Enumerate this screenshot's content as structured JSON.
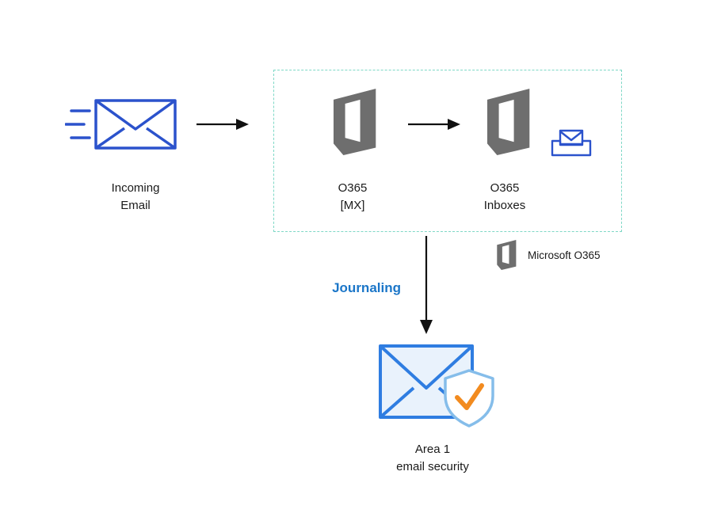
{
  "nodes": {
    "incoming_email": {
      "line1": "Incoming",
      "line2": "Email"
    },
    "o365_mx": {
      "line1": "O365",
      "line2": "[MX]"
    },
    "o365_inboxes": {
      "line1": "O365",
      "line2": "Inboxes"
    },
    "area1": {
      "line1": "Area 1",
      "line2": "email security"
    }
  },
  "labels": {
    "journaling": "Journaling",
    "legend": "Microsoft O365"
  },
  "colors": {
    "envelope_blue": "#2b52cc",
    "office_gray": "#6e6e6e",
    "dashed_border": "#7ed8c6",
    "journaling_blue": "#1b76c8",
    "area1_blue": "#2f7de1",
    "area1_fill": "#e9f2fc",
    "shield_blue": "#85bdea",
    "check_orange": "#f28b1f",
    "arrow_black": "#111111",
    "text_color": "#1a1a1a"
  }
}
